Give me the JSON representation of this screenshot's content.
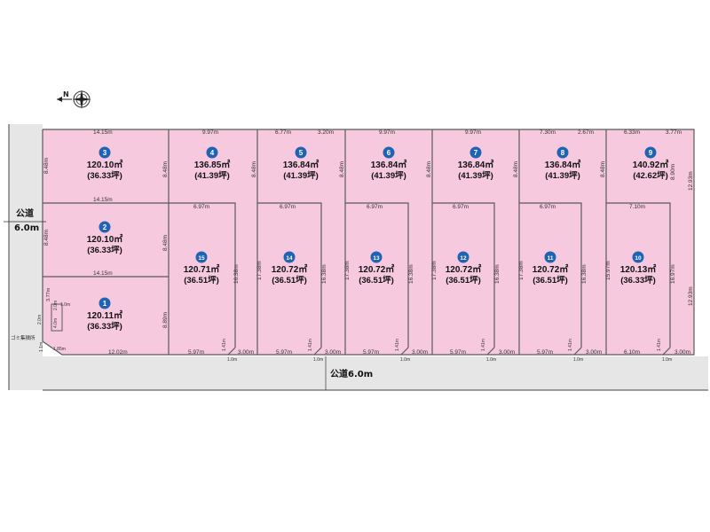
{
  "roads": {
    "west_label": "公道",
    "west_width": "6.0m",
    "south_label": "公道6.0m"
  },
  "facility": {
    "garbage_label": "ゴミ集積所"
  },
  "compass": {
    "north_label": "N"
  },
  "colors": {
    "lot_fill": "#f7c9df",
    "road_fill": "#e6e6e6",
    "badge": "#1f63b2"
  },
  "lots": [
    {
      "no": "3",
      "area": "120.10㎡",
      "tsubo": "(36.33坪)"
    },
    {
      "no": "4",
      "area": "136.85㎡",
      "tsubo": "(41.39坪)"
    },
    {
      "no": "5",
      "area": "136.84㎡",
      "tsubo": "(41.39坪)"
    },
    {
      "no": "6",
      "area": "136.84㎡",
      "tsubo": "(41.39坪)"
    },
    {
      "no": "7",
      "area": "136.84㎡",
      "tsubo": "(41.39坪)"
    },
    {
      "no": "8",
      "area": "136.84㎡",
      "tsubo": "(41.39坪)"
    },
    {
      "no": "9",
      "area": "140.92㎡",
      "tsubo": "(42.62坪)"
    },
    {
      "no": "2",
      "area": "120.10㎡",
      "tsubo": "(36.33坪)"
    },
    {
      "no": "1",
      "area": "120.11㎡",
      "tsubo": "(36.33坪)"
    },
    {
      "no": "15",
      "area": "120.71㎡",
      "tsubo": "(36.51坪)"
    },
    {
      "no": "14",
      "area": "120.72㎡",
      "tsubo": "(36.51坪)"
    },
    {
      "no": "13",
      "area": "120.72㎡",
      "tsubo": "(36.51坪)"
    },
    {
      "no": "12",
      "area": "120.72㎡",
      "tsubo": "(36.51坪)"
    },
    {
      "no": "11",
      "area": "120.72㎡",
      "tsubo": "(36.51坪)"
    },
    {
      "no": "10",
      "area": "120.13㎡",
      "tsubo": "(36.33坪)"
    }
  ],
  "dims": {
    "top": [
      "14.15m",
      "9.97m",
      "6.77m",
      "3.20m",
      "9.97m",
      "9.97m",
      "7.30m",
      "2.67m",
      "6.33m",
      "3.77m"
    ],
    "mid": [
      "14.15m",
      "14.15m",
      "6.97m",
      "6.97m",
      "6.97m",
      "6.97m",
      "6.97m",
      "7.10m"
    ],
    "bottom": [
      "12.02m",
      "5.97m",
      "5.97m",
      "5.97m",
      "5.97m",
      "5.97m",
      "6.10m"
    ],
    "bottom_right": [
      "3.00m",
      "3.00m",
      "3.00m",
      "3.00m",
      "3.00m",
      "3.00m"
    ],
    "bottom_small": [
      "1.0m",
      "1.0m",
      "1.0m",
      "1.0m",
      "1.0m",
      "1.0m"
    ],
    "bottom_diag": [
      "1.41m",
      "1.41m",
      "1.41m",
      "1.41m",
      "1.41m",
      "1.41m"
    ],
    "vertical": [
      "8.48m",
      "8.48m",
      "8.48m",
      "8.48m",
      "8.48m",
      "8.48m",
      "8.48m",
      "8.90m",
      "12.93m"
    ],
    "vertical2": [
      "8.48m",
      "8.48m",
      "8.89m"
    ],
    "vertical3": [
      "17.38m",
      "16.38m",
      "17.38m",
      "16.38m",
      "17.38m",
      "16.38m",
      "17.38m",
      "16.38m",
      "17.38m",
      "16.38m",
      "16.97m",
      "15.97m",
      "12.93m"
    ],
    "lot1_left": [
      "3.77m",
      "2.0m",
      "4.0m",
      "1.0m",
      "2.0m",
      "1.1m",
      "1.85m"
    ]
  }
}
